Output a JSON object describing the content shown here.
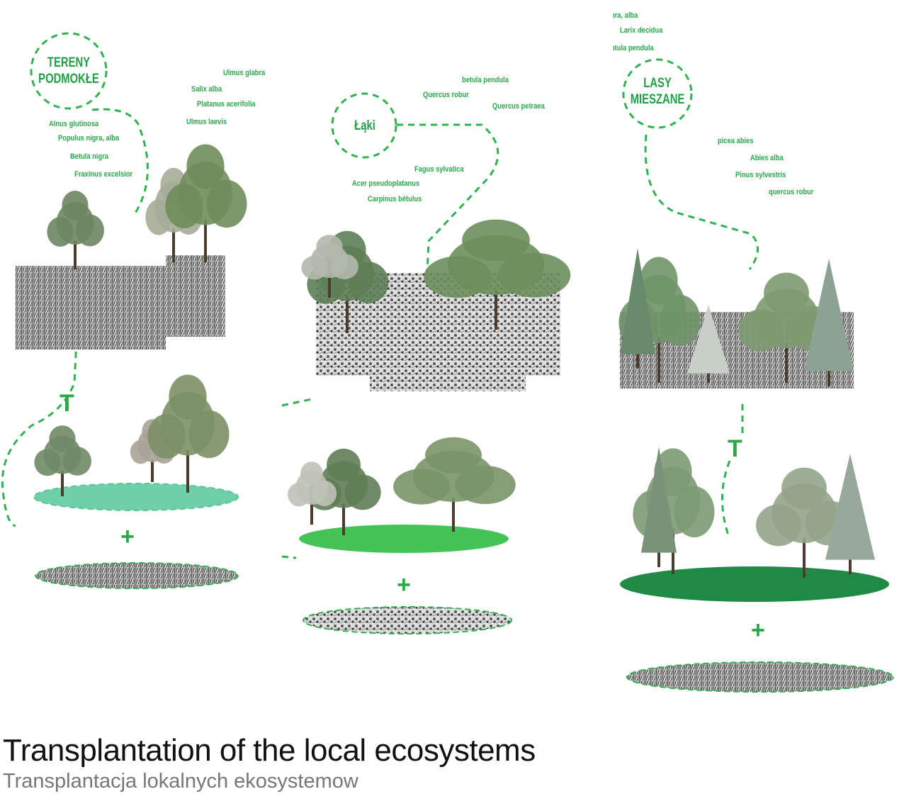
{
  "title": "Transplantation of the local ecosystems",
  "subtitle": "Transplantacja lokalnych ekosystemow",
  "colors": {
    "accent": "#2aa84a",
    "wetland_ellipse": "#6fcfa8",
    "meadow_ellipse": "#44c356",
    "forest_ellipse": "#1f8a45"
  },
  "ecosystems": [
    {
      "name_line1": "TERENY",
      "name_line2": "PODMOKŁE",
      "species": [
        "Ulmus glabra",
        "Salix alba",
        "Platanus acerifolia",
        "Ulmus laevis",
        "Alnus glutinosa",
        "Populus nigra, alba",
        "Betula nigra",
        "Fraxinus excelsior"
      ]
    },
    {
      "name_line1": "Łąki",
      "name_line2": "",
      "species": [
        "betula pendula",
        "Quercus robur",
        "Quercus petraea",
        "Fagus sylvatica",
        "Acer pseudoplatanus",
        "Carpinus bétulus"
      ]
    },
    {
      "name_line1": "LASY",
      "name_line2": "MIESZANE",
      "species": [
        "ıra, alba",
        "Larix decidua",
        "ıtula pendula",
        "picea abies",
        "Abies alba",
        "Pinus sylvestris",
        "quercus robur"
      ]
    }
  ],
  "symbols": {
    "transplant": "T",
    "plus": "+"
  }
}
